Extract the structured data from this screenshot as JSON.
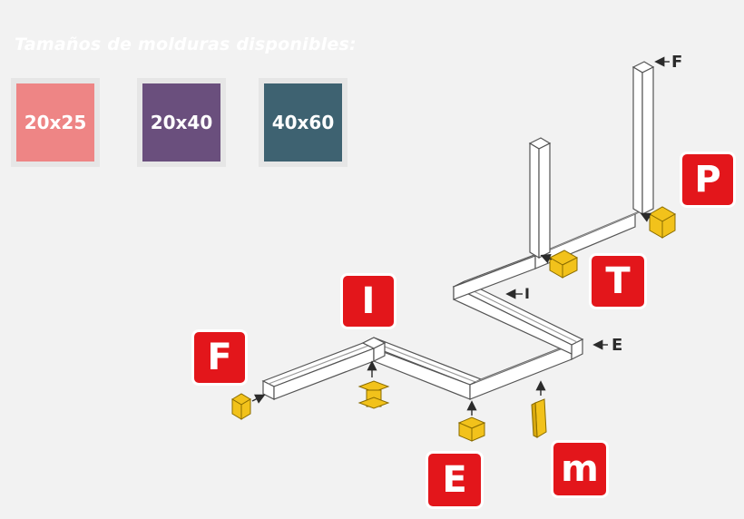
{
  "header": {
    "title": "Tamaños de molduras disponibles:"
  },
  "sizes": [
    {
      "label": "20x25",
      "color": "#ee8585"
    },
    {
      "label": "20x40",
      "color": "#6a4f7d"
    },
    {
      "label": "40x60",
      "color": "#3e6271"
    }
  ],
  "tags": {
    "P": "P",
    "T": "T",
    "I": "I",
    "F": "F",
    "E": "E",
    "m": "m"
  },
  "callouts": {
    "top_end_cap": "F",
    "tee_coupler": "I",
    "outer_corner": "E"
  },
  "colors": {
    "tag_red": "#e3161b",
    "fitting_yellow": "#f2c21b",
    "rail_white": "#ffffff",
    "outline": "#555555"
  }
}
